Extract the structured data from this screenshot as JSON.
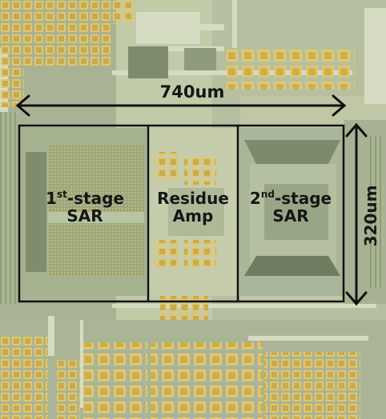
{
  "image": {
    "caption_none": "",
    "colors": {
      "substrate": "#b9c2a4",
      "pad_gold": "#e0c56a",
      "pad_green": "#9aa98a",
      "metal_light": "#d2d8bc",
      "annotation": "#111111"
    }
  },
  "blocks": [
    {
      "id": "first",
      "name_base": "1",
      "name_sup": "st",
      "name_rest": "-stage",
      "name_line2": "SAR"
    },
    {
      "id": "resamp",
      "name_line1": "Residue",
      "name_line2": "Amp"
    },
    {
      "id": "second",
      "name_base": "2",
      "name_sup": "nd",
      "name_rest": "-stage",
      "name_line2": "SAR"
    }
  ],
  "dimensions": {
    "width_label": "740um",
    "height_label": "320um"
  }
}
